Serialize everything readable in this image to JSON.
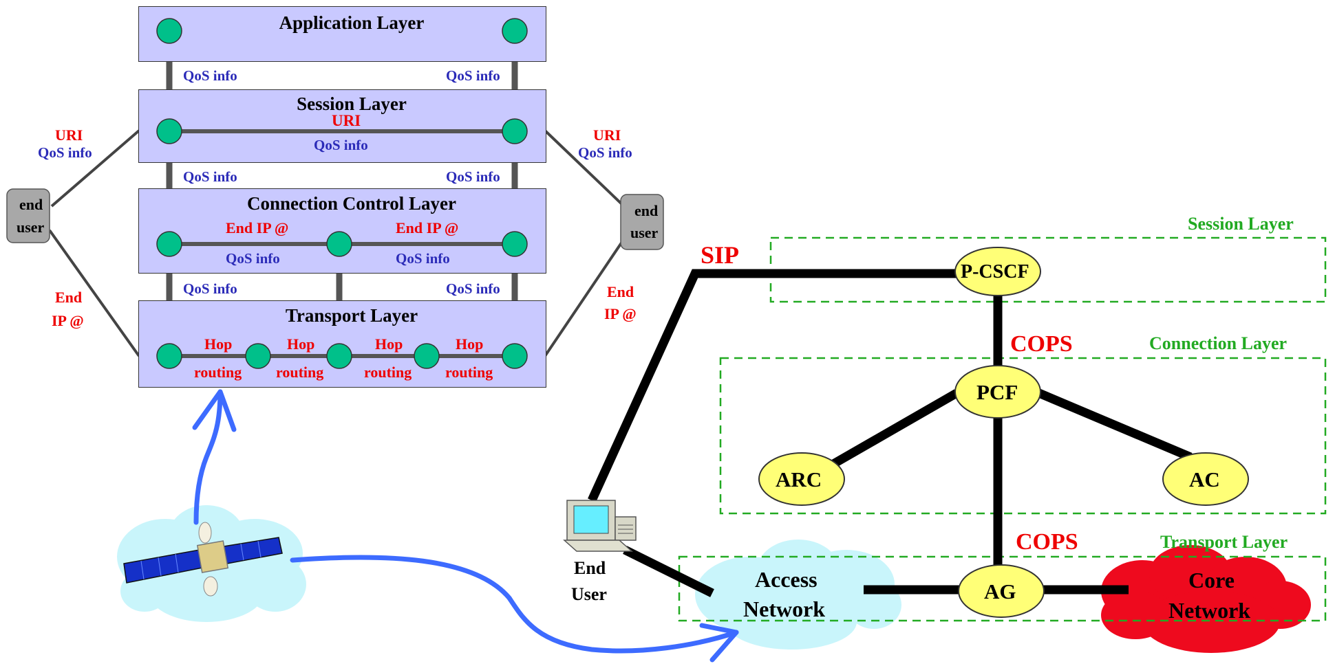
{
  "layers": {
    "application": "Application Layer",
    "session": "Session Layer",
    "connection": "Connection Control Layer",
    "transport": "Transport Layer"
  },
  "labels": {
    "qos_info": "QoS info",
    "uri": "URI",
    "end_ip": "End IP @",
    "end": "End",
    "ip_at": "IP @",
    "hop": "Hop",
    "routing": "routing",
    "end_user_short_1": "end",
    "end_user_short_2": "user"
  },
  "right": {
    "sip": "SIP",
    "cops": "COPS",
    "session_layer": "Session Layer",
    "connection_layer": "Connection Layer",
    "transport_layer": "Transport Layer",
    "p_cscf": "P-CSCF",
    "pcf": "PCF",
    "arc": "ARC",
    "ac": "AC",
    "ag": "AG",
    "access_network_1": "Access",
    "access_network_2": "Network",
    "core_network_1": "Core",
    "core_network_2": "Network",
    "end_user_1": "End",
    "end_user_2": "User"
  },
  "colors": {
    "layer_fill": "#c9c9ff",
    "node_green": "#00c08a",
    "node_yellow": "#ffff77",
    "cloud_blue": "#c9f5fb",
    "cloud_red": "#ee0a1e",
    "dash_green": "#22aa22",
    "arrow_blue": "#3d6bff"
  }
}
